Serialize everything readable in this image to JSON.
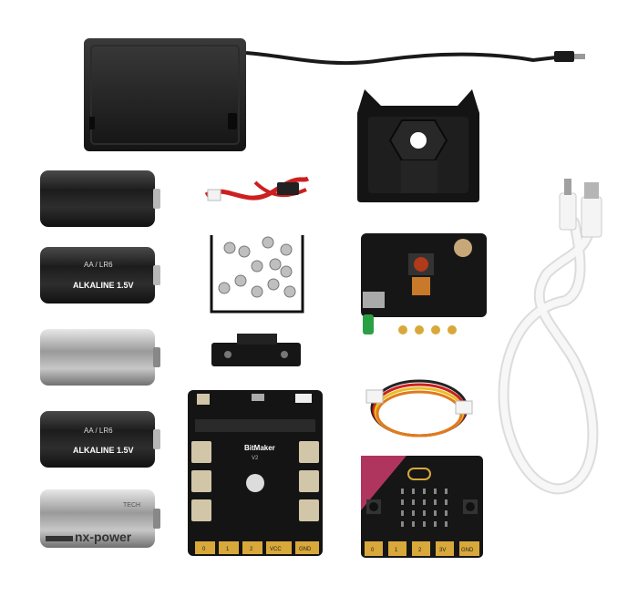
{
  "colors": {
    "background": "#ffffff",
    "battery_body": "#2a2a2a",
    "battery_tip": "#c8c8c8",
    "board_black": "#161616",
    "pcb_magenta": "#b0355e",
    "gold": "#d9a83a",
    "cable_white": "#f4f4f4",
    "wire_red": "#cc2020",
    "wire_yellow": "#e8c020",
    "wire_orange": "#e07a20"
  },
  "items": {
    "battery_holder": {
      "icon": "battery-holder-icon"
    },
    "camera_case": {
      "icon": "cat-ear-case-icon"
    },
    "usb_cable": {
      "icon": "usb-cable-icon"
    },
    "jumper_wire": {
      "icon": "jumper-wire-icon"
    },
    "screws": {
      "icon": "screw-set-icon"
    },
    "camera_module": {
      "icon": "camera-module-icon"
    },
    "bracket": {
      "icon": "mount-bracket-icon"
    },
    "grove_cable": {
      "icon": "grove-cable-icon"
    },
    "expansion_board": {
      "name": "BitMaker",
      "version": "V2",
      "pins": [
        "0",
        "1",
        "2",
        "VCC",
        "GND"
      ]
    },
    "microbit": {
      "pins": [
        "0",
        "1",
        "2",
        "3V",
        "GND"
      ]
    },
    "batteries": [
      {
        "label": "",
        "grade": ""
      },
      {
        "label": "AA / LR6",
        "grade": "ALKALINE 1.5V"
      },
      {
        "label": "",
        "grade": ""
      },
      {
        "label": "AA / LR6",
        "grade": "ALKALINE 1.5V"
      },
      {
        "label": "nx-power",
        "grade": "TECH"
      }
    ]
  }
}
